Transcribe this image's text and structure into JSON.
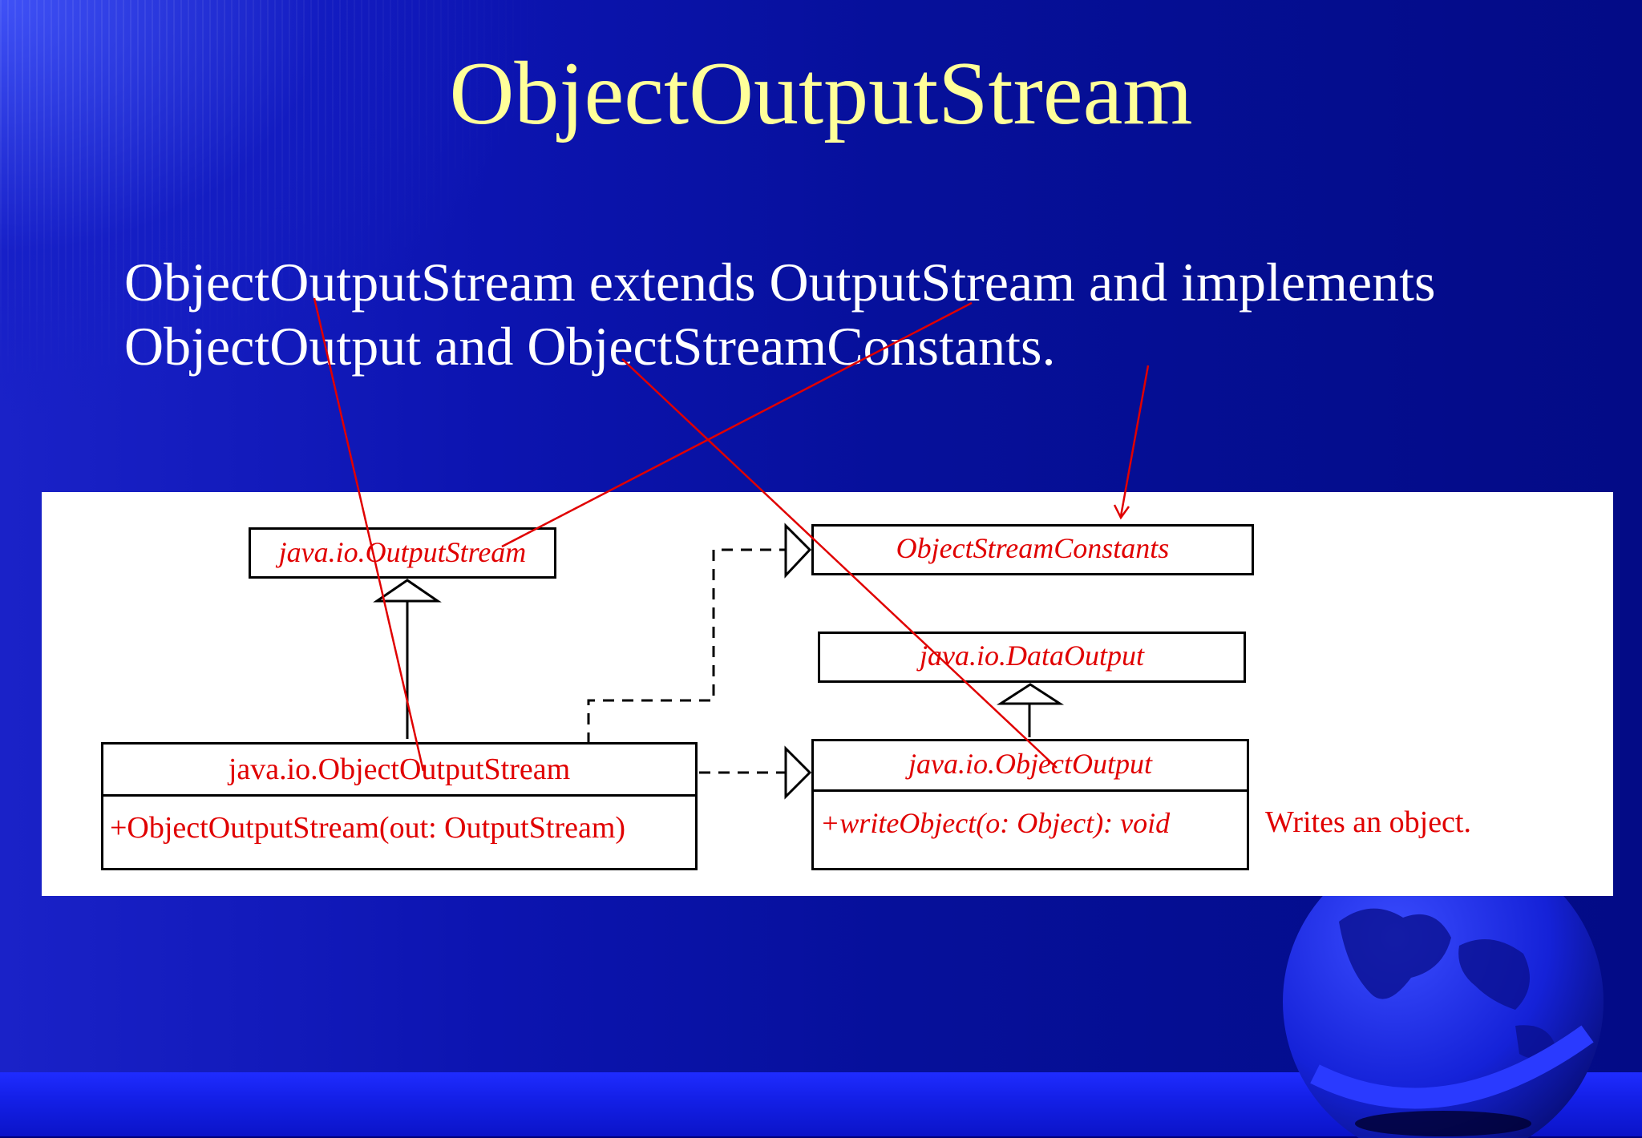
{
  "slide": {
    "title": "ObjectOutputStream",
    "body_line1": "ObjectOutputStream extends OutputStream and implements",
    "body_line2": "ObjectOutput and ObjectStreamConstants."
  },
  "diagram": {
    "output_stream": {
      "name": "java.io.OutputStream"
    },
    "object_output_stream": {
      "name": "java.io.ObjectOutputStream",
      "constructor": "+ObjectOutputStream(out: OutputStream)"
    },
    "object_stream_constants": {
      "name": "ObjectStreamConstants"
    },
    "data_output": {
      "name": "java.io.DataOutput"
    },
    "object_output": {
      "name": "java.io.ObjectOutput",
      "method": "+writeObject(o: Object): void"
    },
    "note_write_object": "Writes an object."
  },
  "colors": {
    "title": "#ffff99",
    "body_text": "#ffffff",
    "uml_text": "#e00000",
    "annotation": "#e00000",
    "background": "#00007a"
  }
}
